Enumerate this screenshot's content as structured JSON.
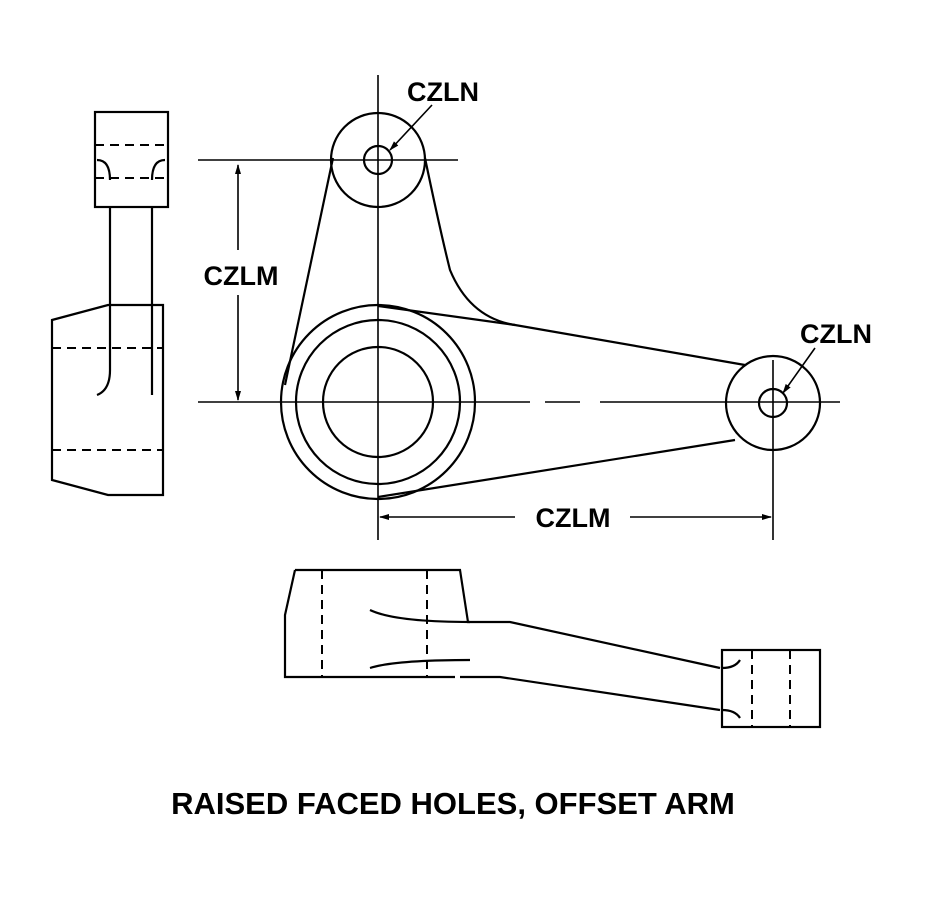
{
  "labels": {
    "hole_top": "CZLN",
    "hole_right": "CZLN",
    "dim_vertical": "CZLM",
    "dim_horizontal": "CZLM"
  },
  "caption": "RAISED FACED HOLES, OFFSET ARM",
  "colors": {
    "ink": "#000000",
    "background": "#ffffff"
  }
}
